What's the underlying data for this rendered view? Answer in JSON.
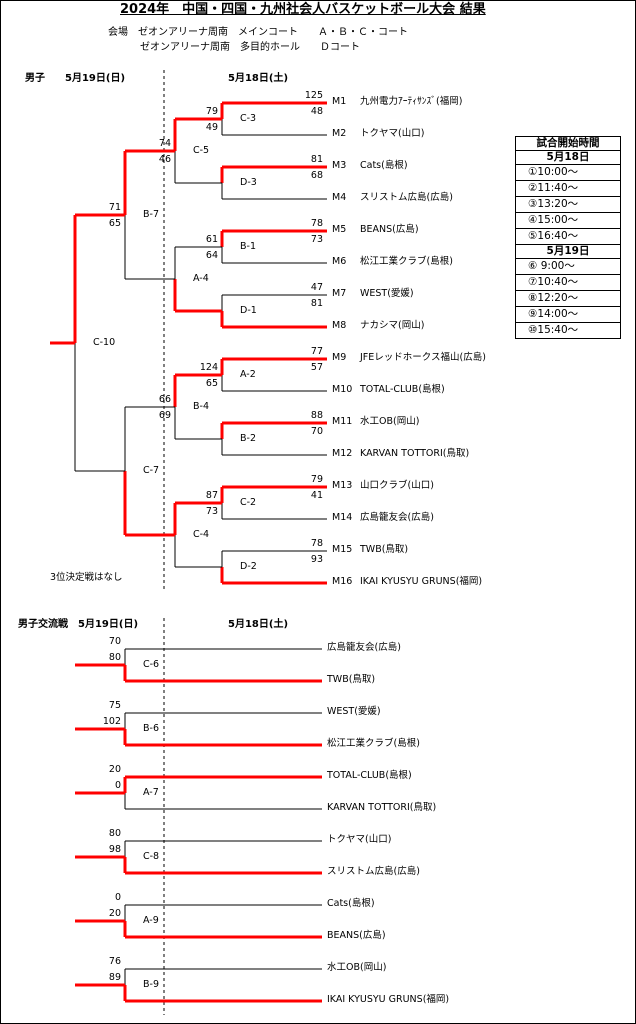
{
  "title": "2024年　中国・四国・九州社会人バスケットボール大会 結果",
  "venue": {
    "line1": "会場　ゼオンアリーナ周南　メインコート　　Ａ・Ｂ・Ｃ・コート",
    "line2": "ゼオンアリーナ周南　多目的ホール　　Ｄコート"
  },
  "main": {
    "header_left": "男子　　5月19日(日)",
    "header_right": "5月18日(土)",
    "third_place_note": "3位決定戦はなし",
    "teams": [
      {
        "code": "M1",
        "name": "九州電力ｱｰﾃｨｻﾝｽﾞ(福岡)"
      },
      {
        "code": "M2",
        "name": "トクヤマ(山口)"
      },
      {
        "code": "M3",
        "name": "Cats(島根)"
      },
      {
        "code": "M4",
        "name": "スリストム広島(広島)"
      },
      {
        "code": "M5",
        "name": "BEANS(広島)"
      },
      {
        "code": "M6",
        "name": "松江工業クラブ(島根)"
      },
      {
        "code": "M7",
        "name": "WEST(愛媛)"
      },
      {
        "code": "M8",
        "name": "ナカシマ(岡山)"
      },
      {
        "code": "M9",
        "name": "JFEレッドホークス福山(広島)"
      },
      {
        "code": "M10",
        "name": "TOTAL-CLUB(島根)"
      },
      {
        "code": "M11",
        "name": "水工OB(岡山)"
      },
      {
        "code": "M12",
        "name": "KARVAN TOTTORI(鳥取)"
      },
      {
        "code": "M13",
        "name": "山口クラブ(山口)"
      },
      {
        "code": "M14",
        "name": "広島籠友会(広島)"
      },
      {
        "code": "M15",
        "name": "TWB(鳥取)"
      },
      {
        "code": "M16",
        "name": "IKAI KYUSYU GRUNS(福岡)"
      }
    ],
    "round1": [
      {
        "label": "C-3",
        "s1": "125",
        "s2": "48",
        "winner": 1
      },
      {
        "label": "D-3",
        "s1": "81",
        "s2": "68",
        "winner": 1
      },
      {
        "label": "B-1",
        "s1": "78",
        "s2": "73",
        "winner": 1
      },
      {
        "label": "D-1",
        "s1": "47",
        "s2": "81",
        "winner": 2
      },
      {
        "label": "A-2",
        "s1": "77",
        "s2": "57",
        "winner": 1
      },
      {
        "label": "B-2",
        "s1": "88",
        "s2": "70",
        "winner": 1
      },
      {
        "label": "C-2",
        "s1": "79",
        "s2": "41",
        "winner": 1
      },
      {
        "label": "D-2",
        "s1": "78",
        "s2": "93",
        "winner": 2
      }
    ],
    "round2": [
      {
        "label": "C-5",
        "s1": "79",
        "s2": "49",
        "winner": 1
      },
      {
        "label": "A-4",
        "s1": "61",
        "s2": "64",
        "winner": 2
      },
      {
        "label": "B-4",
        "s1": "124",
        "s2": "65",
        "winner": 1
      },
      {
        "label": "C-4",
        "s1": "87",
        "s2": "73",
        "winner": 1
      }
    ],
    "round3": [
      {
        "label": "B-7",
        "s1": "74",
        "s2": "46",
        "winner": 1
      },
      {
        "label": "C-7",
        "s1": "66",
        "s2": "69",
        "winner": 2
      }
    ],
    "final": {
      "label": "C-10",
      "s1": "71",
      "s2": "65",
      "winner": 1
    }
  },
  "exchange": {
    "header_left": "男子交流戦　5月19日(日)",
    "header_right": "5月18日(土)",
    "games": [
      {
        "label": "C-6",
        "top": "広島籠友会(広島)",
        "bottom": "TWB(鳥取)",
        "s1": "70",
        "s2": "80",
        "winner": 2
      },
      {
        "label": "B-6",
        "top": "WEST(愛媛)",
        "bottom": "松江工業クラブ(島根)",
        "s1": "75",
        "s2": "102",
        "winner": 2
      },
      {
        "label": "A-7",
        "top": "TOTAL-CLUB(島根)",
        "bottom": "KARVAN TOTTORI(鳥取)",
        "s1": "20",
        "s2": "0",
        "winner": 1
      },
      {
        "label": "C-8",
        "top": "トクヤマ(山口)",
        "bottom": "スリストム広島(広島)",
        "s1": "80",
        "s2": "98",
        "winner": 2
      },
      {
        "label": "A-9",
        "top": "Cats(島根)",
        "bottom": "BEANS(広島)",
        "s1": "0",
        "s2": "20",
        "winner": 2
      },
      {
        "label": "B-9",
        "top": "水工OB(岡山)",
        "bottom": "IKAI KYUSYU GRUNS(福岡)",
        "s1": "76",
        "s2": "89",
        "winner": 2
      }
    ]
  },
  "schedule": {
    "title": "試合開始時間",
    "day1": "5月18日",
    "day1_times": [
      "①10:00～",
      "②11:40～",
      "③13:20～",
      "④15:00～",
      "⑤16:40～"
    ],
    "day2": "5月19日",
    "day2_times": [
      "⑥ 9:00～",
      "⑦10:40～",
      "⑧12:20～",
      "⑨14:00～",
      "⑩15:40～"
    ]
  },
  "colors": {
    "winner_line": "#ff0000",
    "line": "#000000"
  }
}
